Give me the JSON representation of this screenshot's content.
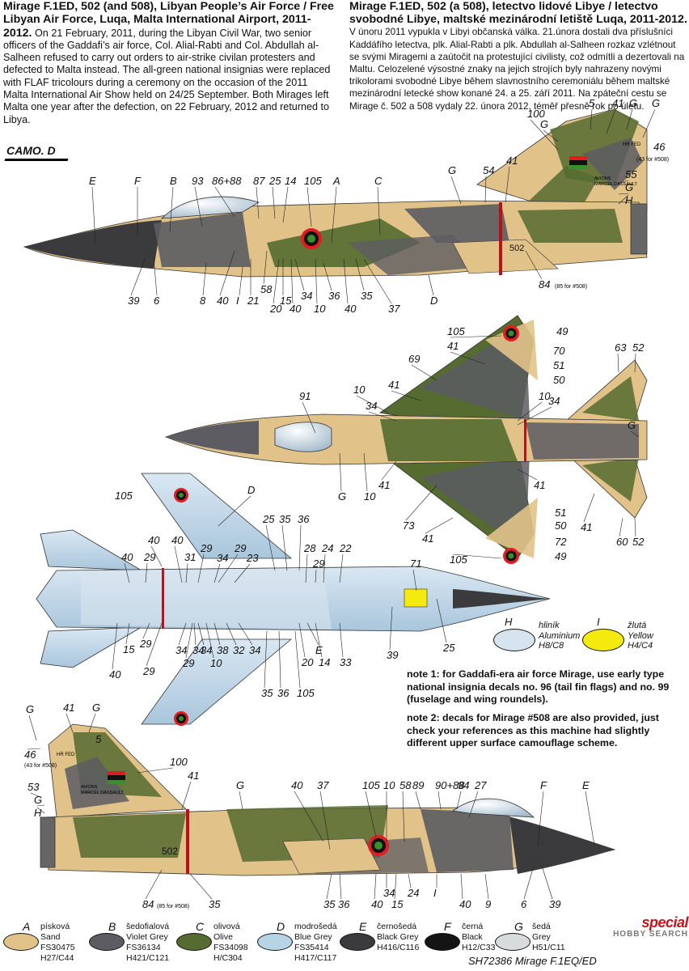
{
  "header_en": {
    "title": "Mirage F.1ED, 502 (and 508), Libyan People’s Air Force / Free Libyan Air Force, Luqa, Malta International Airport, 2011-2012.",
    "body": "On 21 February, 2011, during the Libyan Civil War, two senior officers of the Gaddafi’s air force, Col. Alial-Rabti and Col. Abdullah al-Salheen refused to carry out orders to air-strike civilan protesters and defected to Malta instead. The all-green national insignias were replaced with FLAF tricolours during a ceremony on the occasion of the 2011 Malta International Air Show held on 24/25 September. Both Mirages left Malta one year after the defection, on 22 February, 2012 and returned to Libya."
  },
  "header_cz": {
    "title": "Mirage F.1ED, 502 (a 508), letectvo lidové Libye / letectvo svobodné Libye, maltské mezinárodní letiště Luqa, 2011-2012.",
    "body": "V únoru 2011 vypukla v Libyi občanská válka. 21.února dostali dva příslušníci Kaddáfího letectva, plk. Alial-Rabti a plk. Abdullah al-Salheen rozkaz vzlétnout se svými Miragemi a zaútočit na protestující civilisty, což odmítli a dezertovali na Maltu. Celozelené výsostné znaky na jejich strojích byly nahrazeny novými trikolorami svobodné Libye během slavnostního ceremoniálu během maltské mezinárodní letecké show konané 24. a 25. září 2011. Na zpáteční cestu se Mirage č. 502 a 508 vydaly 22. února 2012, téměř přesně rok po úletu."
  },
  "camo_label": "CAMO. D",
  "aircraft_serial": "502",
  "tail_text": [
    "AVIONS",
    "MARCEL DASSAULT"
  ],
  "tail_code": "HR FED",
  "top_profile_callouts": {
    "top": [
      "E",
      "F",
      "B",
      "93",
      "86+88",
      "87",
      "25",
      "14",
      "105",
      "A",
      "C",
      "G",
      "54",
      "41",
      "100",
      "G",
      "5",
      "41",
      "G",
      "G",
      "46",
      "55",
      "G",
      "H"
    ],
    "bottom": [
      "39",
      "6",
      "8",
      "40",
      "I",
      "21",
      "58",
      "20",
      "15",
      "40",
      "34",
      "10",
      "36",
      "40",
      "35",
      "37",
      "D",
      "84"
    ],
    "notes": [
      "(43 for #508)",
      "(85 for #508)"
    ]
  },
  "upper_view_callouts": [
    "105",
    "49",
    "41",
    "70",
    "69",
    "51",
    "50",
    "41",
    "63",
    "52",
    "91",
    "10",
    "10",
    "34",
    "34",
    "G",
    "G",
    "10",
    "41",
    "41",
    "51",
    "73",
    "50",
    "41",
    "72",
    "41",
    "60",
    "52",
    "105",
    "49"
  ],
  "lower_view_callouts": [
    "105",
    "D",
    "40",
    "25",
    "35",
    "36",
    "40",
    "31",
    "29",
    "29",
    "23",
    "28",
    "24",
    "22",
    "40",
    "29",
    "34",
    "29",
    "71",
    "15",
    "29",
    "34",
    "34",
    "34",
    "38",
    "32",
    "34",
    "E",
    "40",
    "29",
    "29",
    "10",
    "20",
    "14",
    "33",
    "39",
    "25",
    "35",
    "36",
    "105"
  ],
  "bottom_profile_callouts": {
    "top": [
      "G",
      "41",
      "G",
      "5",
      "100",
      "46",
      "53",
      "G",
      "H",
      "41",
      "G",
      "40",
      "37",
      "105",
      "10",
      "58",
      "89",
      "90+88",
      "94",
      "27",
      "F",
      "E"
    ],
    "bottom": [
      "84",
      "35",
      "35",
      "36",
      "40",
      "34",
      "15",
      "24",
      "I",
      "40",
      "9",
      "6",
      "39"
    ],
    "notes": [
      "(43 for #508)",
      "(85 for #508)"
    ]
  },
  "chips": {
    "H": {
      "letter": "H",
      "cz": "hliník",
      "en": "Aluminium",
      "code": "H8/C8",
      "color": "#d6e4f0"
    },
    "I": {
      "letter": "I",
      "cz": "žlutá",
      "en": "Yellow",
      "code": "H4/C4",
      "color": "#f5ea0d"
    }
  },
  "notes": {
    "note1": "note 1: for Gaddafi-era air force Mirage, use early type national insignia decals no. 96 (tail fin flags) and no. 99 (fuselage and wing roundels).",
    "note2": "note 2: decals for Mirage #508 are also provided, just check your references as this machine had slightly different upper surface camouflage scheme."
  },
  "swatches": [
    {
      "letter": "A",
      "cz": "písková",
      "en": "Sand",
      "fs": "FS30475",
      "code": "H27/C44",
      "color": "#e1c38a"
    },
    {
      "letter": "B",
      "cz": "šedofialová",
      "en": "Violet Grey",
      "fs": "FS36134",
      "code": "H421/C121",
      "color": "#5c5c62"
    },
    {
      "letter": "C",
      "cz": "olivová",
      "en": "Olive",
      "fs": "FS34098",
      "code": "H/C304",
      "color": "#556b30"
    },
    {
      "letter": "D",
      "cz": "modrošedá",
      "en": "Blue Grey",
      "fs": "FS35414",
      "code": "H417/C117",
      "color": "#b7d3e6"
    },
    {
      "letter": "E",
      "cz": "černošedá",
      "en": "Black Grey",
      "fs": "H416/C116",
      "code": "",
      "color": "#3b3b3d"
    },
    {
      "letter": "F",
      "cz": "černá",
      "en": "Black",
      "fs": "H12/C33",
      "code": "",
      "color": "#141414"
    },
    {
      "letter": "G",
      "cz": "šedá",
      "en": "Grey",
      "fs": "H51/C11",
      "code": "",
      "color": "#d7dbdc"
    }
  ],
  "brand": {
    "line1": "special",
    "line2": "HOBBY SEARCH"
  },
  "reference": "SH72386 Mirage F.1EQ/ED"
}
